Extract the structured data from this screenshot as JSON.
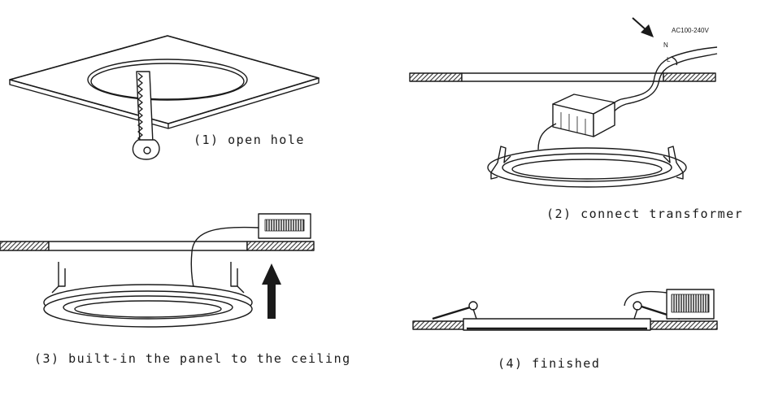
{
  "steps": [
    {
      "label": "(1) open hole"
    },
    {
      "label": "(2) connect transformer"
    },
    {
      "label": "(3) built-in the panel to the ceiling"
    },
    {
      "label": "(4) finished"
    }
  ],
  "wiring": {
    "voltage_label": "AC100-240V",
    "neutral_label": "N",
    "live_label": "L"
  },
  "colors": {
    "ink": "#1a1a1a",
    "hatch": "#555555"
  }
}
